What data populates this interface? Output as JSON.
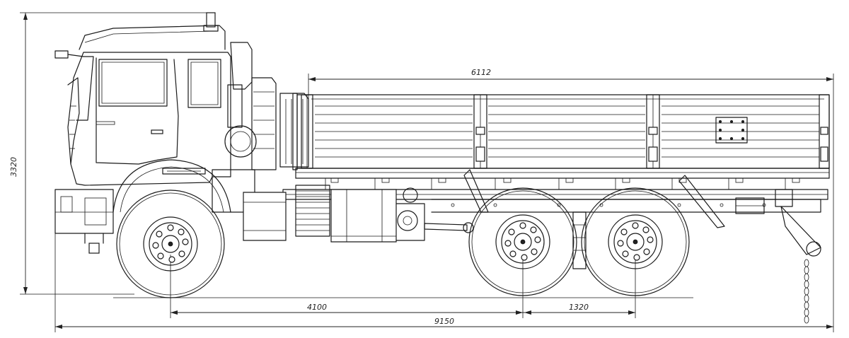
{
  "dimensions": {
    "overall_length": "9150",
    "wheelbase_front": "4100",
    "wheelbase_rear": "1320",
    "body_length": "6112",
    "overall_height": "3320"
  },
  "colors": {
    "line": "#1a1a1a",
    "background": "#ffffff"
  }
}
